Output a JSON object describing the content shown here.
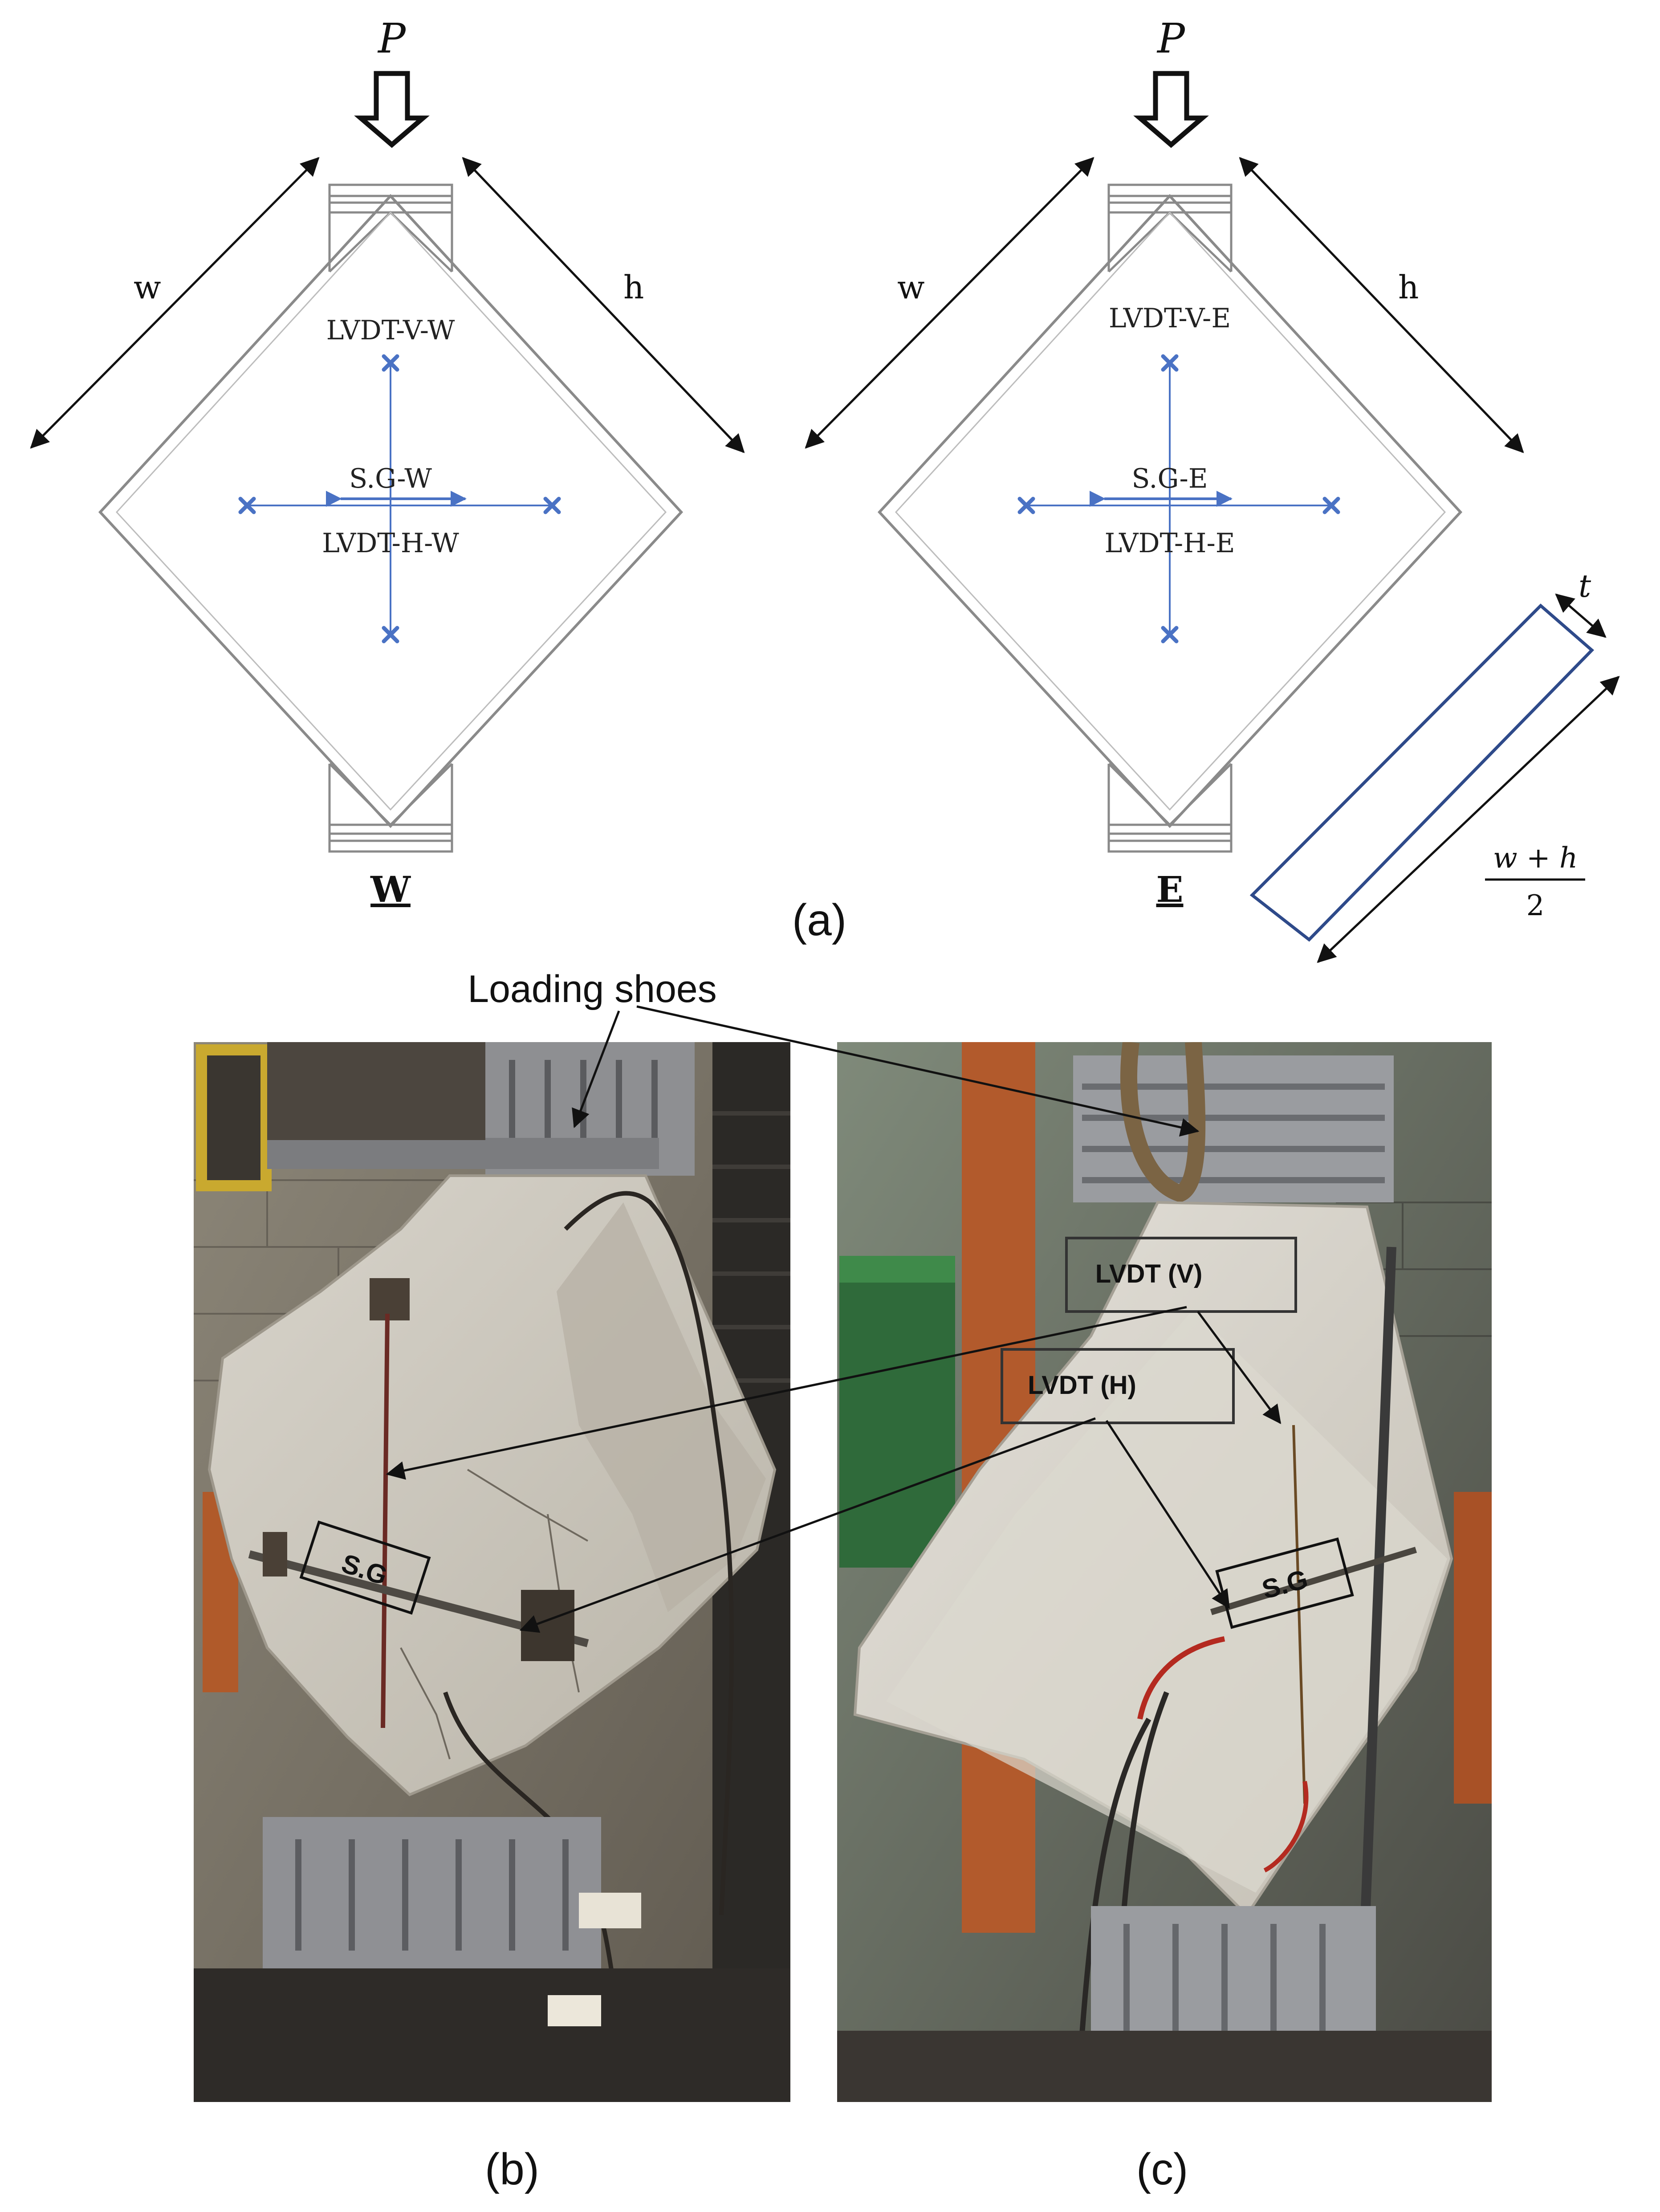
{
  "figure": {
    "panel_a": {
      "caption": "(a)",
      "load_symbol": "P",
      "width_label": "w",
      "height_label": "h",
      "specimen_w": {
        "name": "W",
        "lvdt_vertical": "LVDT-V-W",
        "strain_gauge": "S.G-W",
        "lvdt_horizontal": "LVDT-H-W"
      },
      "specimen_e": {
        "name": "E",
        "lvdt_vertical": "LVDT-V-E",
        "strain_gauge": "S.G-E",
        "lvdt_horizontal": "LVDT-H-E"
      },
      "section": {
        "thickness_label": "t",
        "length_numerator": "w + h",
        "length_denominator": "2"
      }
    },
    "panel_b": {
      "caption": "(b)",
      "loading_shoes_label": "Loading shoes",
      "strain_gauge_label": "S.G"
    },
    "panel_c": {
      "caption": "(c)",
      "lvdt_v_label": "LVDT (V)",
      "lvdt_h_label": "LVDT (H)",
      "strain_gauge_label": "S.G"
    },
    "colors": {
      "line": "#7a7a7a",
      "instrument": "#4a72c4",
      "section_outline": "#2e4a8a",
      "annotation": "#111111",
      "photo_concrete": "#cfcac0",
      "photo_background": "#5a5048"
    }
  }
}
